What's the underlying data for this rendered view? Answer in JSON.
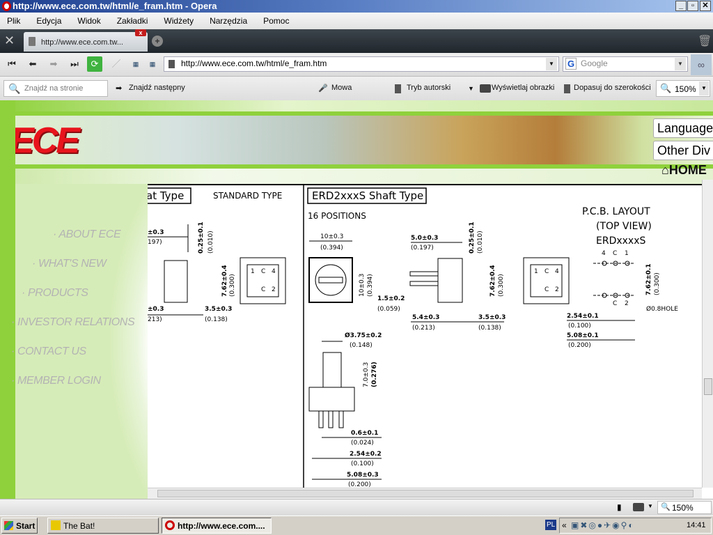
{
  "window": {
    "title": "http://www.ece.com.tw/html/e_fram.htm - Opera",
    "min": "_",
    "max": "▫",
    "close": "✕"
  },
  "menu": [
    "Plik",
    "Edycja",
    "Widok",
    "Zakładki",
    "Widżety",
    "Narzędzia",
    "Pomoc"
  ],
  "tab": {
    "label": "http://www.ece.com.tw...",
    "close": "x",
    "new": "+"
  },
  "nav": {
    "url": "http://www.ece.com.tw/html/e_fram.htm",
    "search_placeholder": "Google"
  },
  "findbar": {
    "placeholder": "Znajdź na stronie",
    "find_next": "Znajdź następny",
    "voice": "Mowa",
    "author_mode": "Tryb autorski",
    "show_images": "Wyświetlaj obrazki",
    "fit_width": "Dopasuj do szerokości",
    "zoom": "150%"
  },
  "site": {
    "logo": "ECE",
    "language": "Language",
    "other_div": "Other Div",
    "home": "HOME",
    "nav": [
      "ABOUT ECE",
      "WHAT'S NEW",
      "PRODUCTS",
      "INVESTOR RELATIONS",
      "CONTACT US",
      "MEMBER LOGIN"
    ]
  },
  "drawing": {
    "left_title": "at Type",
    "standard_type": "STANDARD TYPE",
    "right_title": "ERD2xxxS Shaft Type",
    "positions": "16 POSITIONS",
    "pcb1": "P.C.B. LAYOUT",
    "pcb2": "(TOP VIEW)",
    "pcb3": "ERDxxxxS",
    "hole": "Ø0.8HOLE",
    "dims": {
      "l1": "±0.3",
      "l2": "197)",
      "l3": "±0.3",
      "l4": "213)",
      "l5": "3.5±0.3",
      "l6": "(0.138)",
      "l7": "0.25±0.1",
      "l8": "(0.010)",
      "l9": "7.62±0.4",
      "l10": "(0.300)",
      "r1": "10±0.3",
      "r2": "(0.394)",
      "r3": "10±0.3",
      "r4": "(0.394)",
      "r5": "1.5±0.2",
      "r6": "(0.059)",
      "r7": "5.0±0.3",
      "r8": "(0.197)",
      "r9": "5.4±0.3",
      "r10": "(0.213)",
      "r11": "3.5±0.3",
      "r12": "(0.138)",
      "r13": "0.25±0.1",
      "r14": "(0.010)",
      "r15": "7.62±0.4",
      "r16": "(0.300)",
      "p1": "2.54±0.1",
      "p2": "(0.100)",
      "p3": "5.08±0.1",
      "p4": "(0.200)",
      "p5": "7.62±0.1",
      "p6": "(0.300)",
      "s1": "Ø3.75±0.2",
      "s2": "(0.148)",
      "s3": "7.0±0.3",
      "s4": "(0.276)",
      "s5": "0.6±0.1",
      "s6": "(0.024)",
      "s7": "2.54±0.2",
      "s8": "(0.100)",
      "s9": "5.08±0.3",
      "s10": "(0.200)"
    },
    "pads": {
      "top": [
        "4",
        "C",
        "1"
      ],
      "bottom": [
        "C",
        "2"
      ],
      "chip_top": [
        "1",
        "C",
        "4"
      ],
      "chip_bottom": [
        "C",
        "2"
      ]
    }
  },
  "status": {
    "zoom": "150%"
  },
  "taskbar": {
    "start": "Start",
    "tasks": [
      "The Bat!",
      "http://www.ece.com...."
    ],
    "lang": "PL",
    "clock": "14:41"
  }
}
